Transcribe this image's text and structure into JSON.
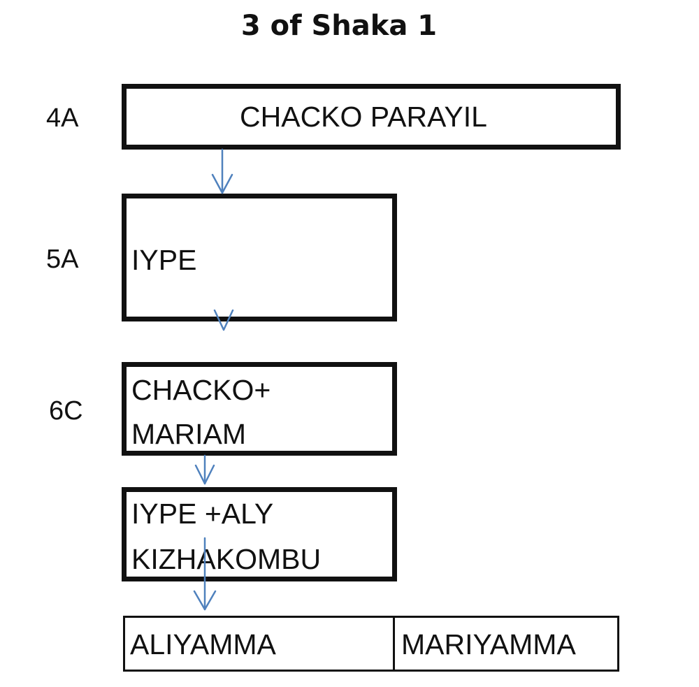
{
  "title": "3 of Shaka 1",
  "generations": [
    {
      "label": "4A",
      "names": [
        "CHACKO PARAYIL"
      ]
    },
    {
      "label": "5A",
      "names": [
        "IYPE"
      ]
    },
    {
      "label": "6C",
      "names": [
        "CHACKO+",
        "MARIAM"
      ]
    },
    {
      "label": "",
      "names": [
        "IYPE +ALY",
        "KIZHAKOMBU"
      ]
    },
    {
      "label": "",
      "names": [
        "ALIYAMMA",
        "MARIYAMMA"
      ]
    }
  ],
  "arrow_color": "#4f81bd"
}
